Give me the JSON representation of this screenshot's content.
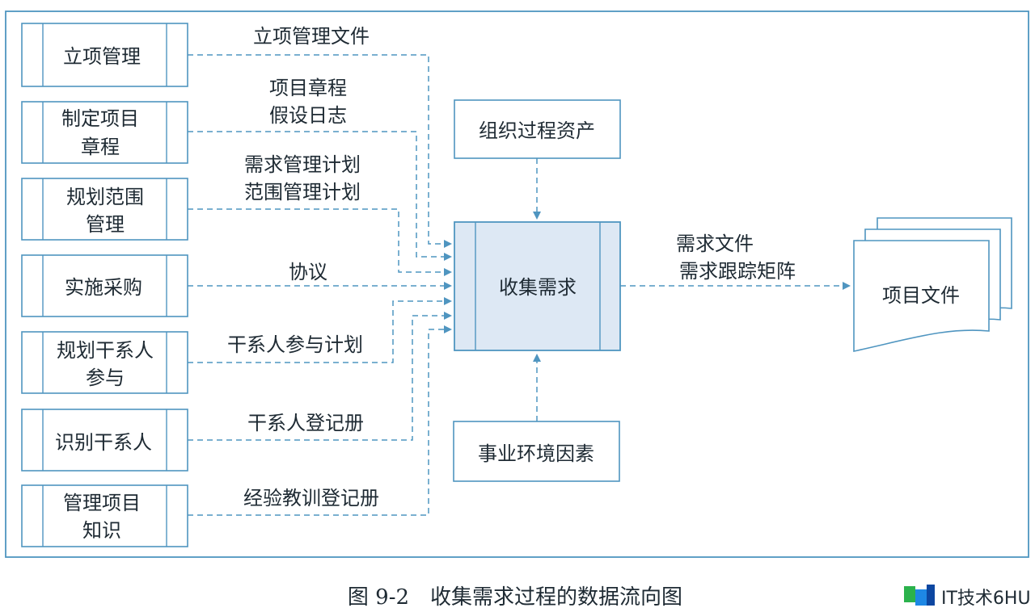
{
  "inputs": [
    {
      "lines": [
        "立项管理"
      ]
    },
    {
      "lines": [
        "制定项目",
        "章程"
      ]
    },
    {
      "lines": [
        "规划范围",
        "管理"
      ]
    },
    {
      "lines": [
        "实施采购"
      ]
    },
    {
      "lines": [
        "规划干系人",
        "参与"
      ]
    },
    {
      "lines": [
        "识别干系人"
      ]
    },
    {
      "lines": [
        "管理项目",
        "知识"
      ]
    }
  ],
  "flow_labels": [
    {
      "lines": [
        "立项管理文件"
      ]
    },
    {
      "lines": [
        "项目章程",
        "假设日志"
      ]
    },
    {
      "lines": [
        "需求管理计划",
        "范围管理计划"
      ]
    },
    {
      "lines": [
        "协议"
      ]
    },
    {
      "lines": [
        "干系人参与计划"
      ]
    },
    {
      "lines": [
        "干系人登记册"
      ]
    },
    {
      "lines": [
        "经验教训登记册"
      ]
    }
  ],
  "top_input": "组织过程资产",
  "bottom_input": "事业环境因素",
  "process": "收集需求",
  "output_flow": [
    "需求文件",
    "需求跟踪矩阵"
  ],
  "output": "项目文件",
  "caption": "图 9-2　收集需求过程的数据流向图",
  "watermark": "IT技术6HU",
  "colors": {
    "line": "#4f95c0",
    "process_fill": "#dde8f4"
  }
}
